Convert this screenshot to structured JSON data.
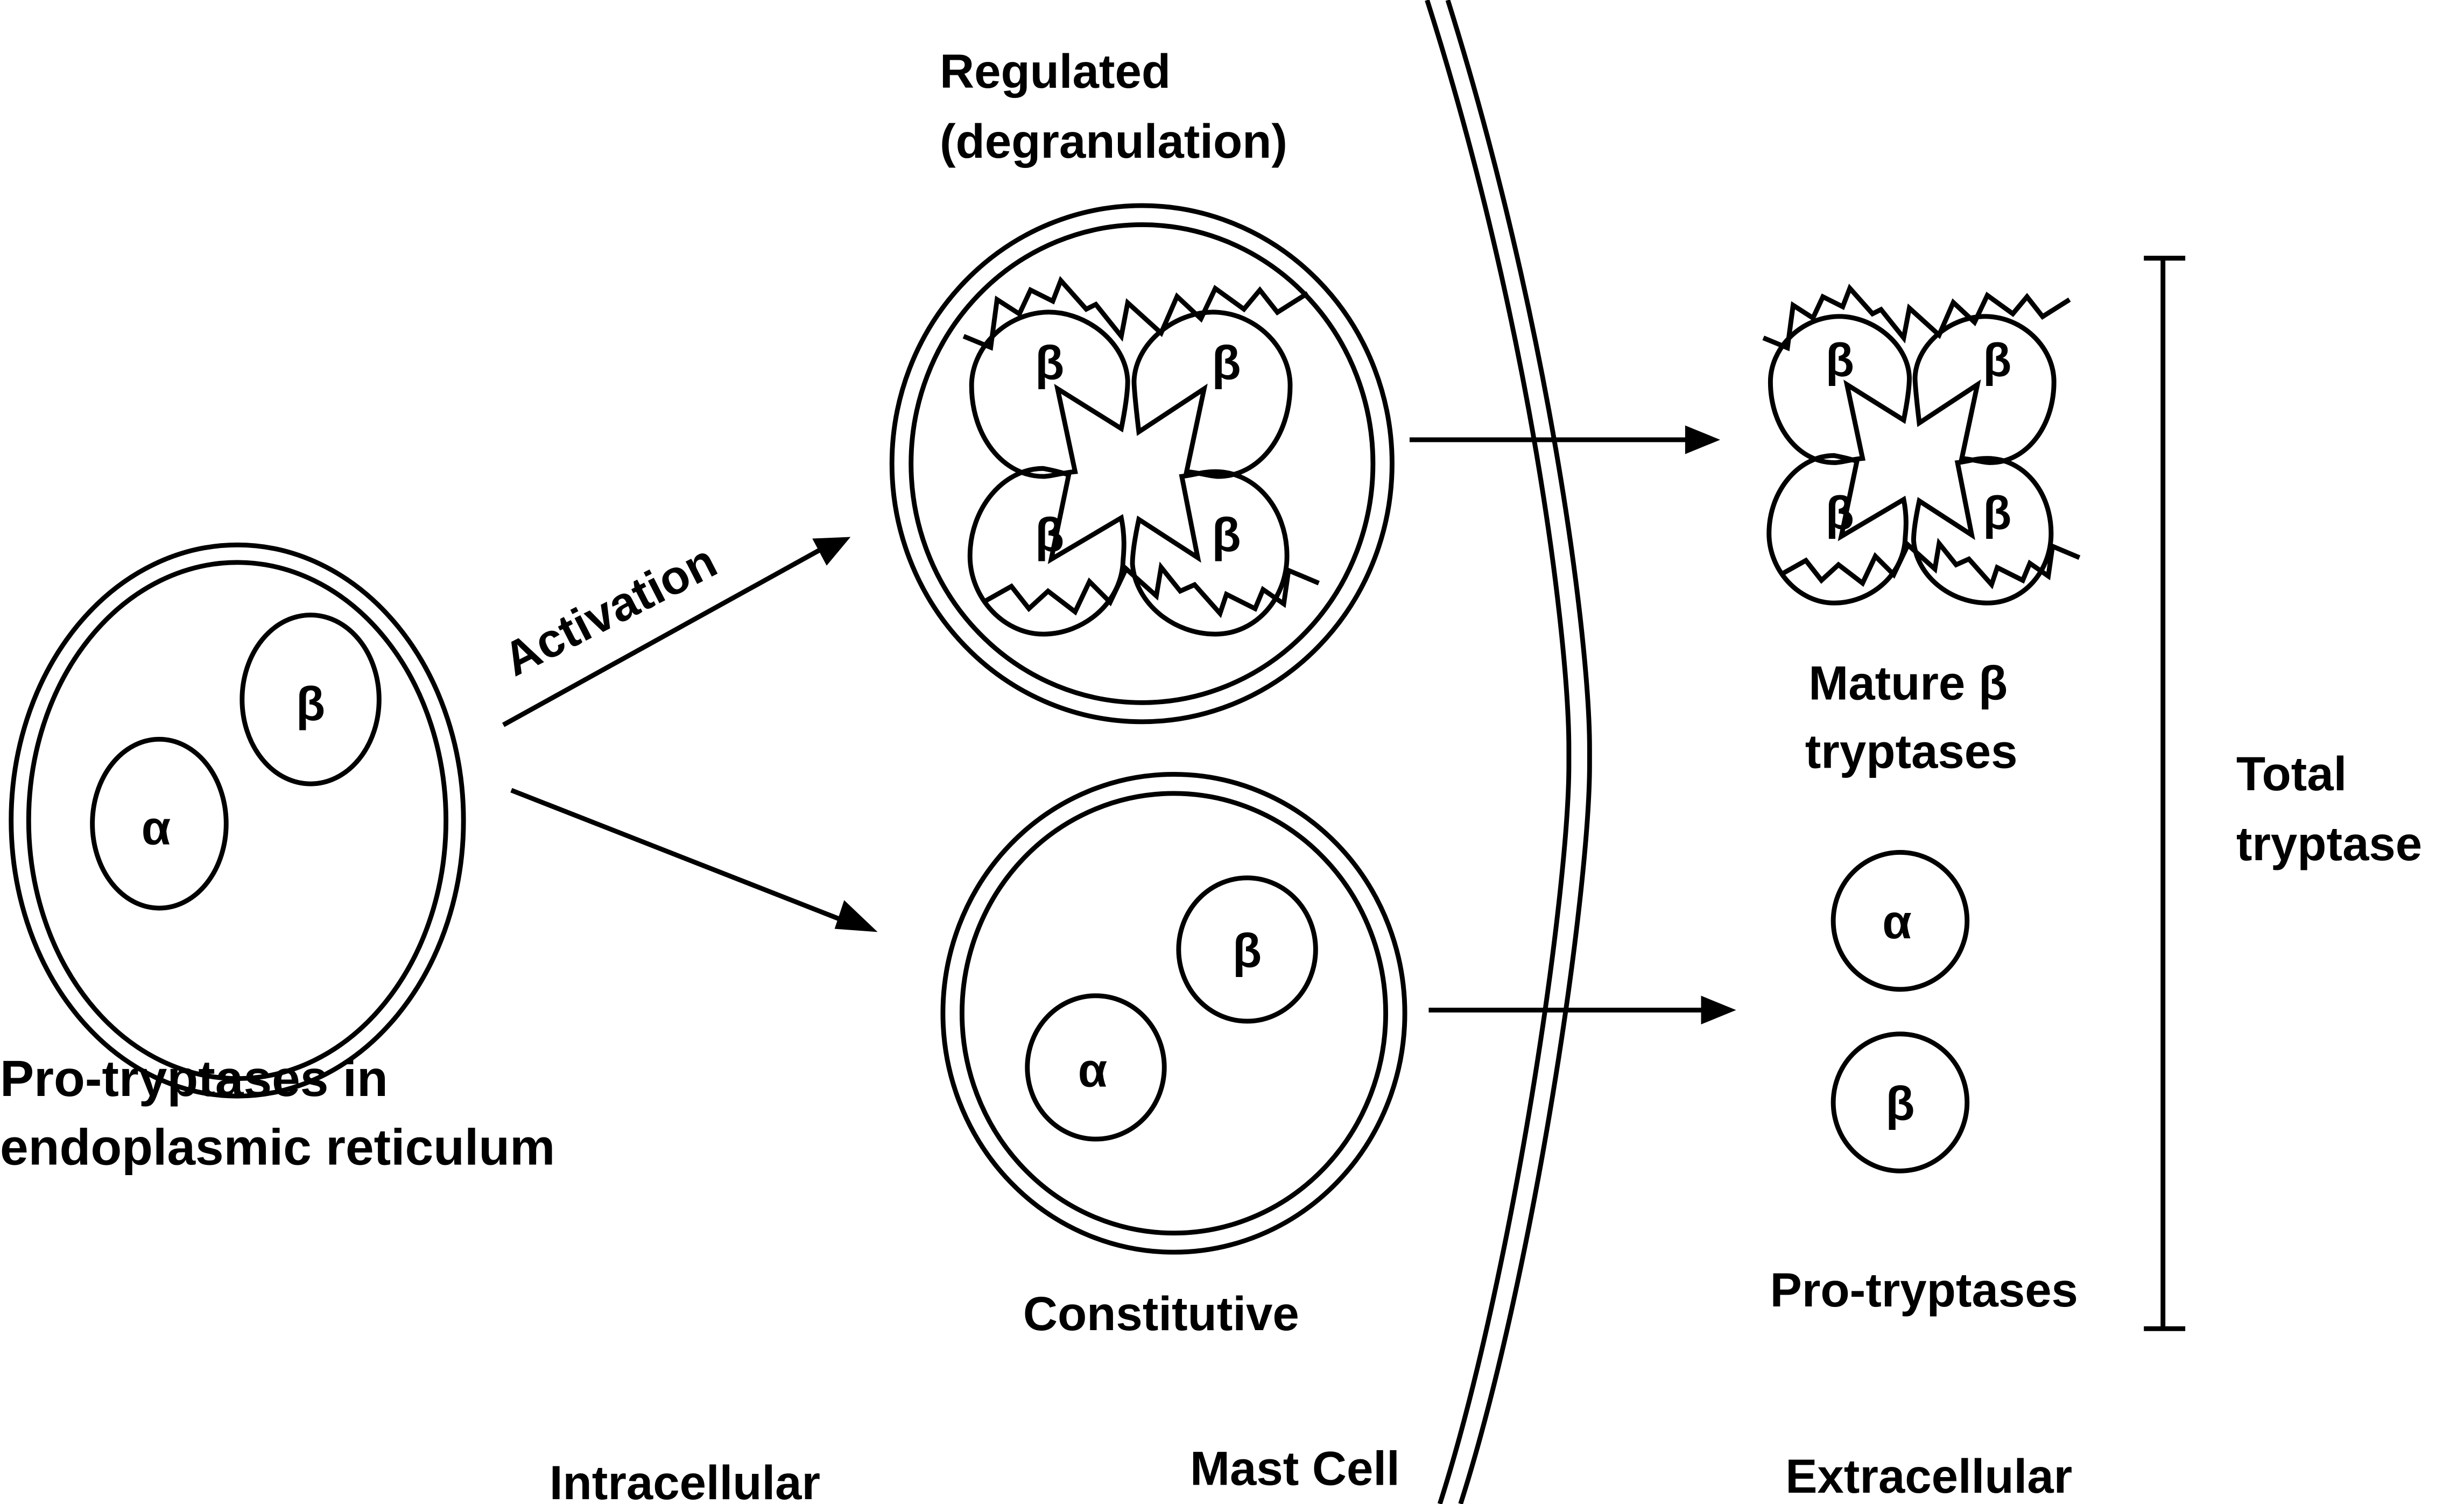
{
  "diagram": {
    "colors": {
      "ink": "#000000",
      "background": "#ffffff"
    },
    "labels": {
      "regulated_line1": "Regulated",
      "regulated_line2": "(degranulation)",
      "activation": "Activation",
      "er_line1": "Pro-tryptases in",
      "er_line2": "endoplasmic reticulum",
      "constitutive": "Constitutive",
      "mature_line1": "Mature β",
      "mature_line2": "tryptases",
      "pro_tryptases": "Pro-tryptases",
      "total_line1": "Total",
      "total_line2": "tryptase",
      "intracellular": "Intracellular",
      "mast_cell": "Mast Cell",
      "extracellular": "Extracellular"
    },
    "symbols": {
      "alpha": "α",
      "beta": "β"
    }
  }
}
